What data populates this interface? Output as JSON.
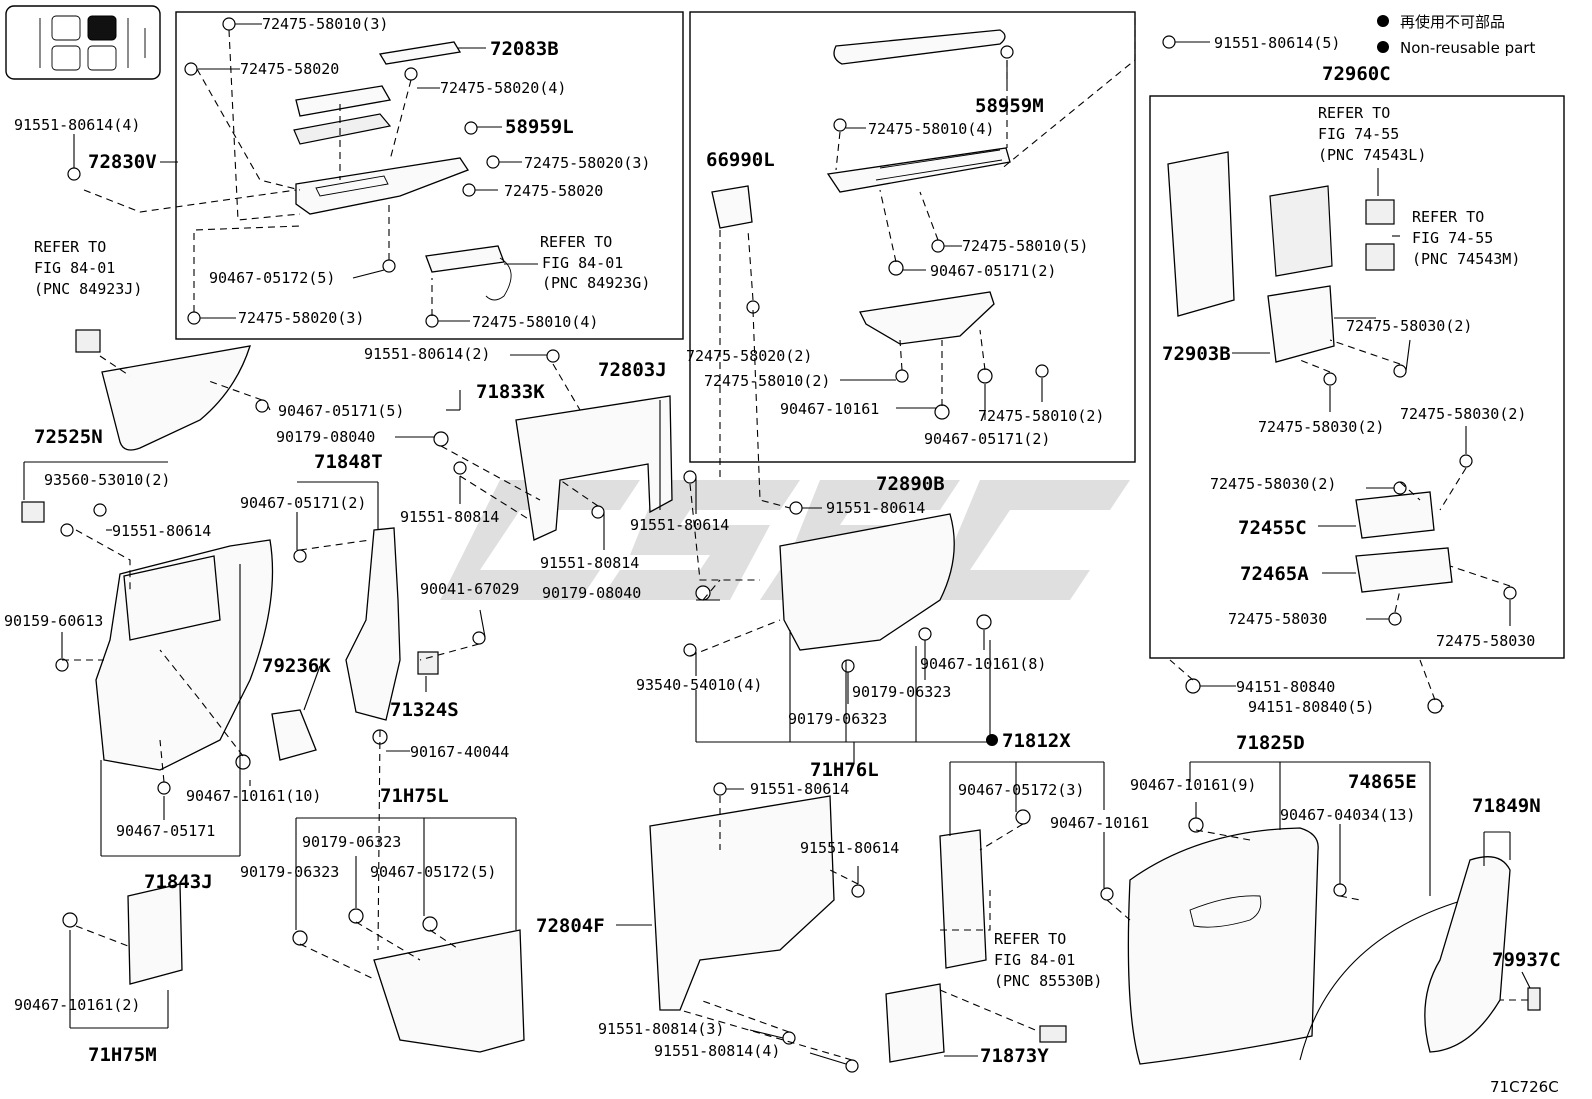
{
  "legend": {
    "line1": "再使用不可部品",
    "line2": "Non-reusable part"
  },
  "diagram_id": "71C726C",
  "labels": {
    "p72475_58010_3": "72475-58010(3)",
    "p72083B": "72083B",
    "p72475_58020_a": "72475-58020",
    "p72475_58020_4": "72475-58020(4)",
    "p58959L": "58959L",
    "p72475_58020_3a": "72475-58020(3)",
    "p72475_58020_b": "72475-58020",
    "p91551_80614_4": "91551-80614(4)",
    "p72830V": "72830V",
    "ref1_a": "REFER TO",
    "ref1_b": "FIG 84-01",
    "ref1_c": "(PNC 84923G)",
    "p90467_05172_5a": "90467-05172(5)",
    "p72475_58020_3b": "72475-58020(3)",
    "p72475_58010_4a": "72475-58010(4)",
    "ref2_a": "REFER TO",
    "ref2_b": "FIG 84-01",
    "ref2_c": "(PNC 84923J)",
    "p91551_80614_2": "91551-80614(2)",
    "p71833K": "71833K",
    "p72803J": "72803J",
    "p90467_05171_5": "90467-05171(5)",
    "p90179_08040_a": "90179-08040",
    "p72525N": "72525N",
    "p93560_53010_2": "93560-53010(2)",
    "p91551_80614_a": "91551-80614",
    "p71848T": "71848T",
    "p91551_80814_a": "91551-80814",
    "p91551_80614_b": "91551-80614",
    "p90467_05171_2a": "90467-05171(2)",
    "p91551_80814_b": "91551-80814",
    "p90179_08040_b": "90179-08040",
    "p90041_67029": "90041-67029",
    "p90159_60613": "90159-60613",
    "p79236K": "79236K",
    "p71324S": "71324S",
    "p90167_40044": "90167-40044",
    "p90467_10161_10": "90467-10161(10)",
    "p90467_05171_a": "90467-05171",
    "p71843J": "71843J",
    "p71H75L": "71H75L",
    "p90179_06323_a": "90179-06323",
    "p90179_06323_b": "90179-06323",
    "p90467_05172_5b": "90467-05172(5)",
    "p90467_10161_2": "90467-10161(2)",
    "p71H75M": "71H75M",
    "p91551_80614_5": "91551-80614(5)",
    "p58959M": "58959M",
    "p72475_58010_4b": "72475-58010(4)",
    "p66990L": "66990L",
    "p72475_58010_5": "72475-58010(5)",
    "p90467_05171_2b": "90467-05171(2)",
    "p72475_58020_2": "72475-58020(2)",
    "p72475_58010_2a": "72475-58010(2)",
    "p90467_10161_a": "90467-10161",
    "p72475_58010_2b": "72475-58010(2)",
    "p90467_05171_2c": "90467-05171(2)",
    "p72890B": "72890B",
    "p91551_80614_c": "91551-80614",
    "p93540_54010_4": "93540-54010(4)",
    "p90467_10161_8": "90467-10161(8)",
    "p90179_06323_c": "90179-06323",
    "p90179_06323_d": "90179-06323",
    "p71H76L": "71H76L",
    "p72960C": "72960C",
    "ref3_a": "REFER TO",
    "ref3_b": "FIG 74-55",
    "ref3_c": "(PNC 74543L)",
    "ref4_a": "REFER TO",
    "ref4_b": "FIG 74-55",
    "ref4_c": "(PNC 74543M)",
    "p72475_58030_2a": "72475-58030(2)",
    "p72903B": "72903B",
    "p72475_58030_2b": "72475-58030(2)",
    "p72475_58030_2c": "72475-58030(2)",
    "p72475_58030_2d": "72475-58030(2)",
    "p72455C": "72455C",
    "p72465A": "72465A",
    "p72475_58030_a": "72475-58030",
    "p72475_58030_b": "72475-58030",
    "p94151_80840": "94151-80840",
    "p94151_80840_5": "94151-80840(5)",
    "p71812X": "71812X",
    "p90467_05172_3": "90467-05172(3)",
    "p90467_10161_b": "90467-10161",
    "p71825D": "71825D",
    "p90467_10161_9": "90467-10161(9)",
    "p74865E": "74865E",
    "p90467_04034_13": "90467-04034(13)",
    "p71849N": "71849N",
    "p79937C": "79937C",
    "p91551_80614_d": "91551-80614",
    "p91551_80614_e": "91551-80614",
    "p72804F": "72804F",
    "p91551_80814_3": "91551-80814(3)",
    "p91551_80814_4": "91551-80814(4)",
    "ref5_a": "REFER TO",
    "ref5_b": "FIG 84-01",
    "ref5_c": "(PNC 85530B)",
    "p71873Y": "71873Y"
  },
  "icons": {
    "legend_bullet": "filled-circle",
    "thumbnail": "vehicle-door-layout-icon",
    "watermark": "brand-watermark"
  }
}
